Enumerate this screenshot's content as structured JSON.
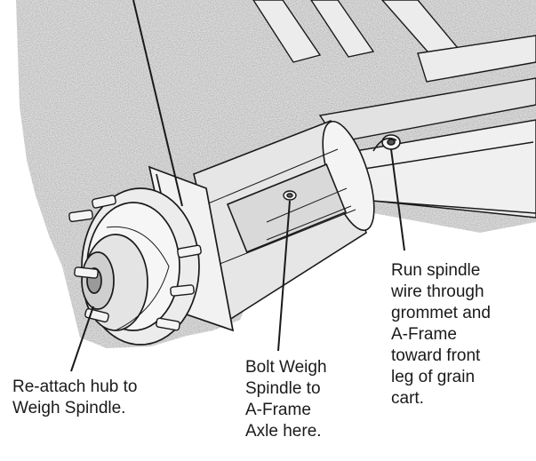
{
  "callouts": {
    "hub": {
      "lines": [
        "Re-attach hub to",
        "Weigh Spindle."
      ]
    },
    "bolt": {
      "lines": [
        "Bolt Weigh",
        "Spindle to",
        "A-Frame",
        "Axle here."
      ]
    },
    "wire": {
      "lines": [
        "Run spindle",
        "wire through",
        "grommet and",
        "A-Frame",
        "toward front",
        "leg of grain",
        "cart."
      ]
    }
  },
  "colors": {
    "paper": "#ffffff",
    "sketch_bg": "#dedede",
    "ink": "#1a1a1a",
    "metal_light": "#f2f2f2",
    "metal_mid": "#cfcfcf",
    "metal_dark": "#9a9a9a"
  }
}
